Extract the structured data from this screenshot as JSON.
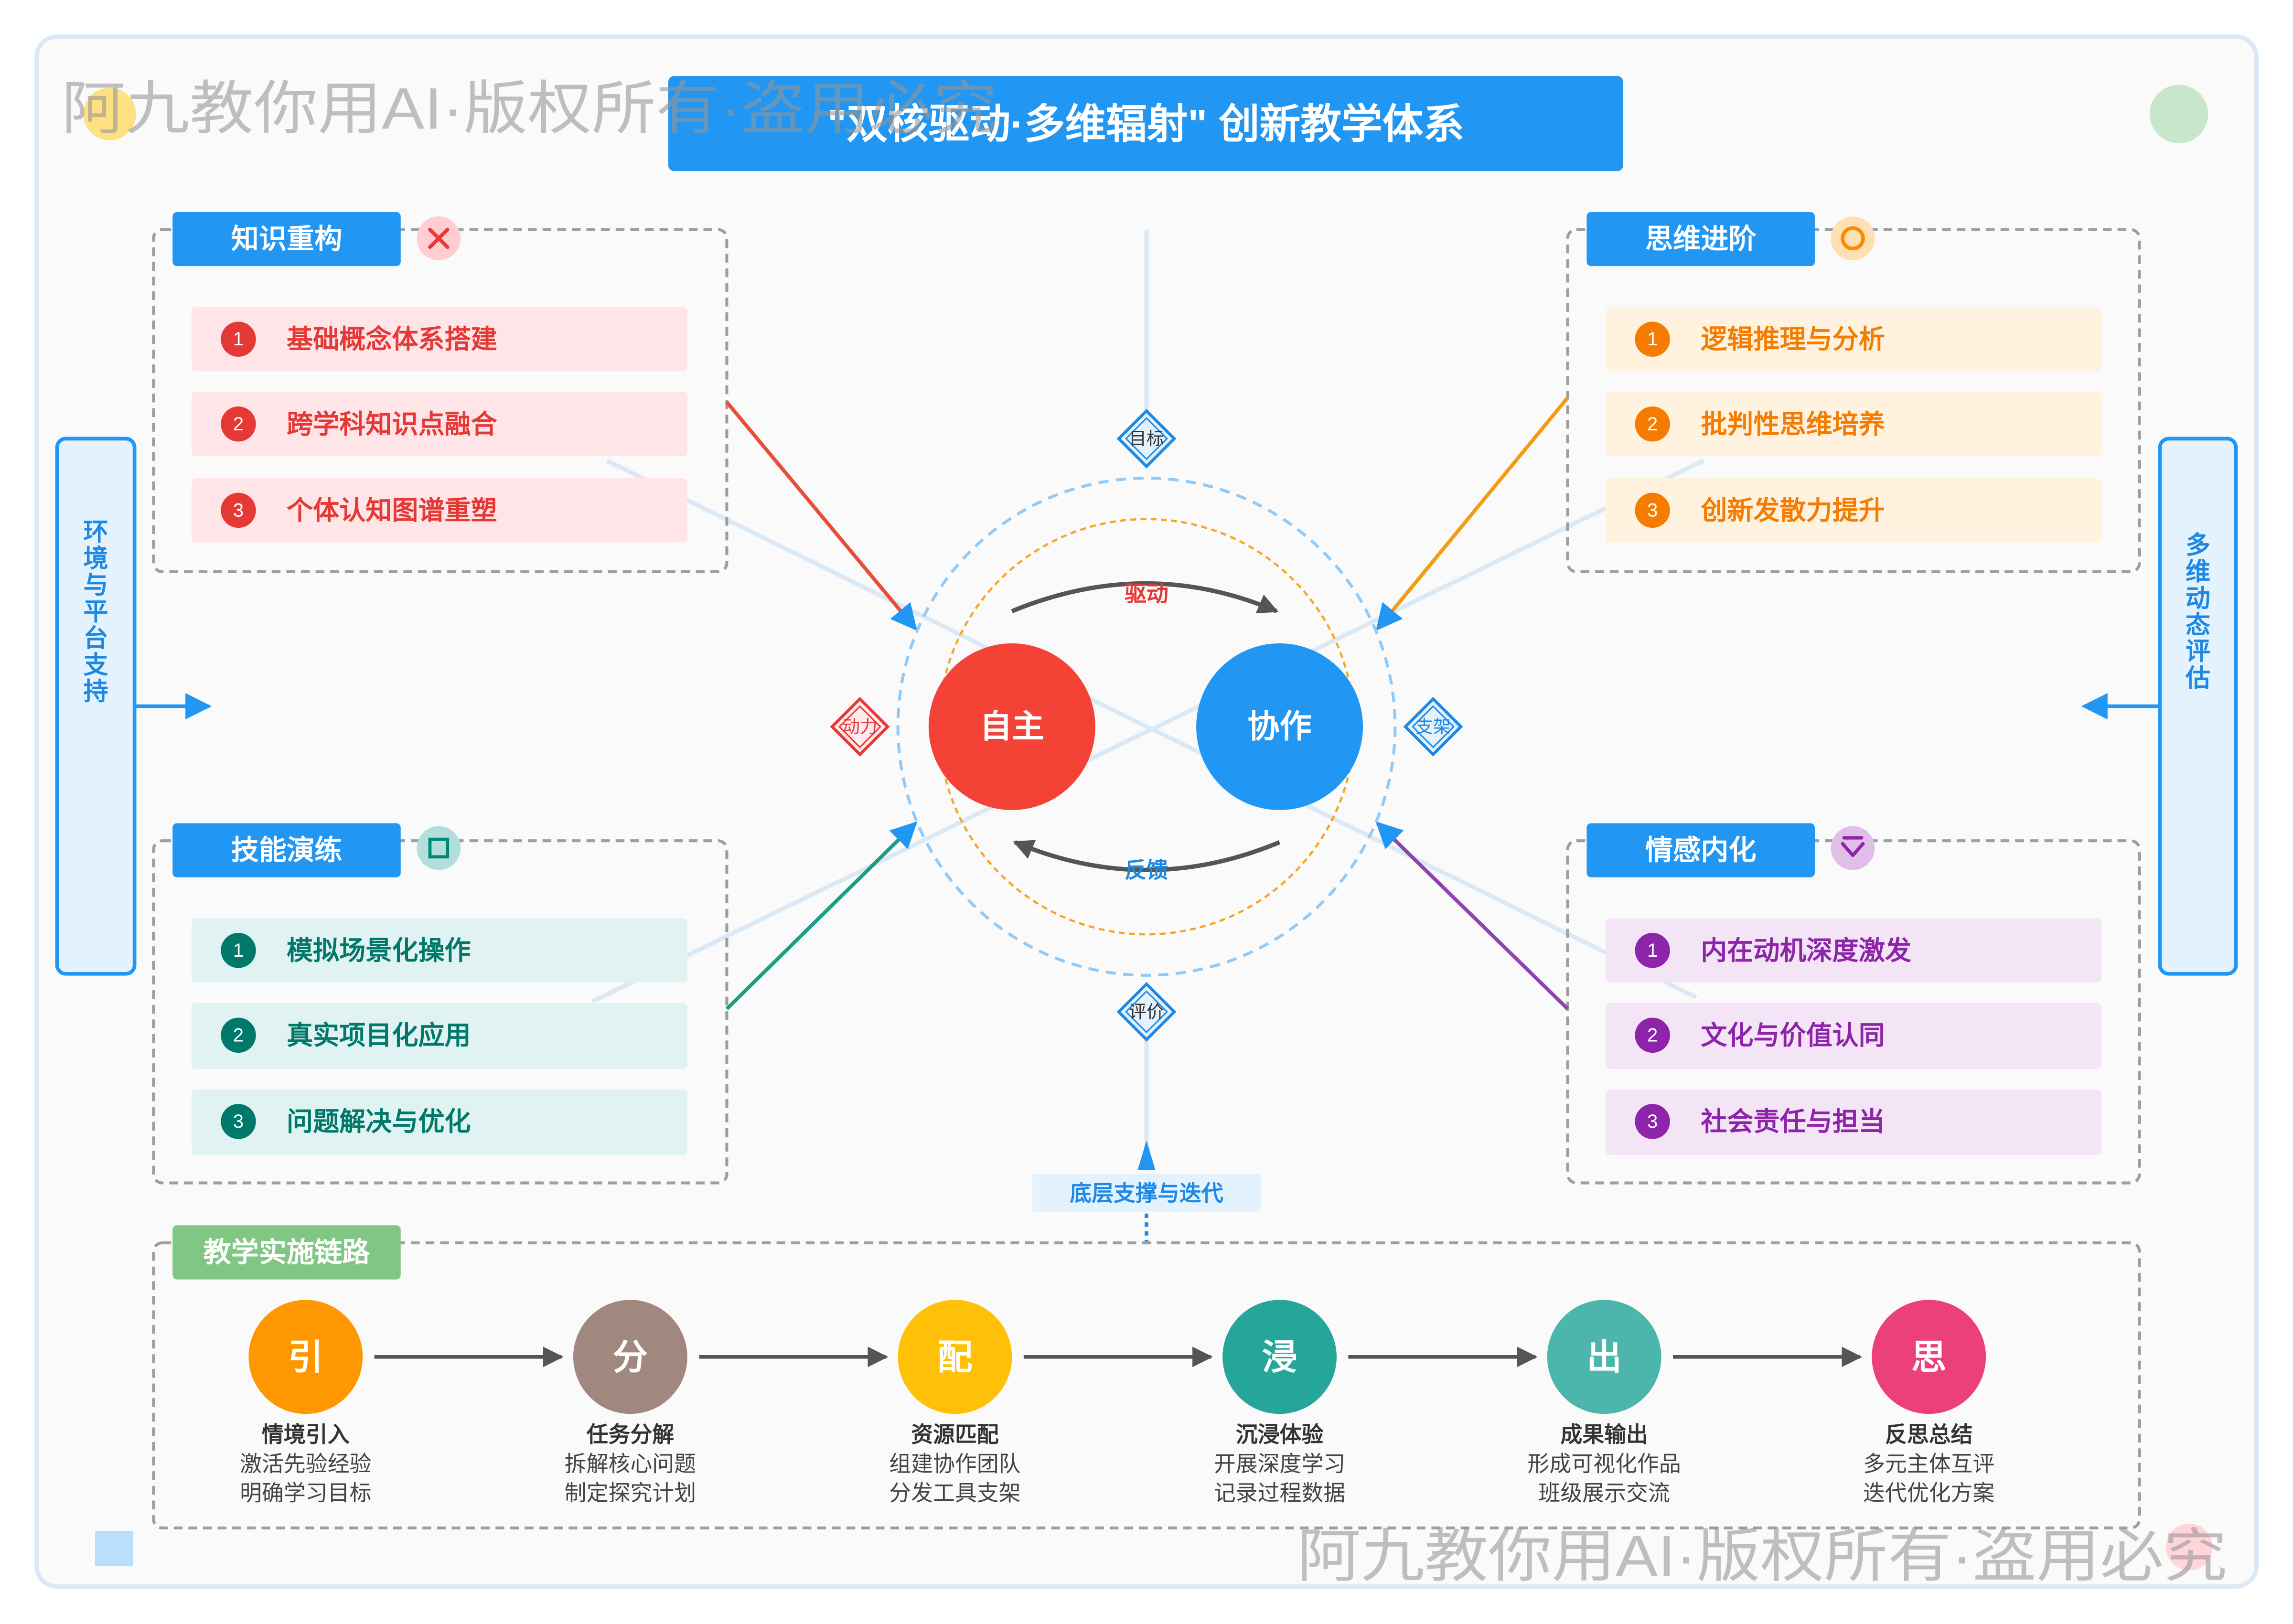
{
  "title": "\"双核驱动·多维辐射\" 创新教学体系",
  "watermark": "阿九教你用AI·版权所有·盗用必究",
  "colors": {
    "primary": "#2196f3",
    "core_left": "#f44336",
    "core_right": "#2196f3",
    "chain_header": "#81c784"
  },
  "side_left": {
    "label": "环境与平台支持"
  },
  "side_right": {
    "label": "多维动态评估"
  },
  "modules": {
    "knowledge": {
      "title": "知识重构",
      "icon": "close-icon",
      "color": "#e53935",
      "bg": "#ffe4e8",
      "items": [
        {
          "num": "1",
          "text": "基础概念体系搭建"
        },
        {
          "num": "2",
          "text": "跨学科知识点融合"
        },
        {
          "num": "3",
          "text": "个体认知图谱重塑"
        }
      ]
    },
    "thinking": {
      "title": "思维进阶",
      "icon": "circle-icon",
      "color": "#f57c00",
      "bg": "#fff3e0",
      "items": [
        {
          "num": "1",
          "text": "逻辑推理与分析"
        },
        {
          "num": "2",
          "text": "批判性思维培养"
        },
        {
          "num": "3",
          "text": "创新发散力提升"
        }
      ]
    },
    "skill": {
      "title": "技能演练",
      "icon": "square-icon",
      "color": "#00796b",
      "bg": "#e0f2f1",
      "items": [
        {
          "num": "1",
          "text": "模拟场景化操作"
        },
        {
          "num": "2",
          "text": "真实项目化应用"
        },
        {
          "num": "3",
          "text": "问题解决与优化"
        }
      ]
    },
    "emotion": {
      "title": "情感内化",
      "icon": "chevron-down-icon",
      "color": "#8e24aa",
      "bg": "#f3e5f5",
      "items": [
        {
          "num": "1",
          "text": "内在动机深度激发"
        },
        {
          "num": "2",
          "text": "文化与价值认同"
        },
        {
          "num": "3",
          "text": "社会责任与担当"
        }
      ]
    }
  },
  "core": {
    "left": "自主",
    "right": "协作",
    "drive": "驱动",
    "feedback": "反馈"
  },
  "nodes": {
    "top": "目标",
    "bottom": "评价",
    "left": "动力",
    "right": "支架"
  },
  "base_label": "底层支撑与迭代",
  "chain": {
    "title": "教学实施链路",
    "steps": [
      {
        "char": "引",
        "title": "情境引入",
        "lines": [
          "激活先验经验",
          "明确学习目标"
        ],
        "color": "#ff9800"
      },
      {
        "char": "分",
        "title": "任务分解",
        "lines": [
          "拆解核心问题",
          "制定探究计划"
        ],
        "color": "#a1887f"
      },
      {
        "char": "配",
        "title": "资源匹配",
        "lines": [
          "组建协作团队",
          "分发工具支架"
        ],
        "color": "#ffc107"
      },
      {
        "char": "浸",
        "title": "沉浸体验",
        "lines": [
          "开展深度学习",
          "记录过程数据"
        ],
        "color": "#26a69a"
      },
      {
        "char": "出",
        "title": "成果输出",
        "lines": [
          "形成可视化作品",
          "班级展示交流"
        ],
        "color": "#4db6ac"
      },
      {
        "char": "思",
        "title": "反思总结",
        "lines": [
          "多元主体互评",
          "迭代优化方案"
        ],
        "color": "#ec407a"
      }
    ]
  }
}
